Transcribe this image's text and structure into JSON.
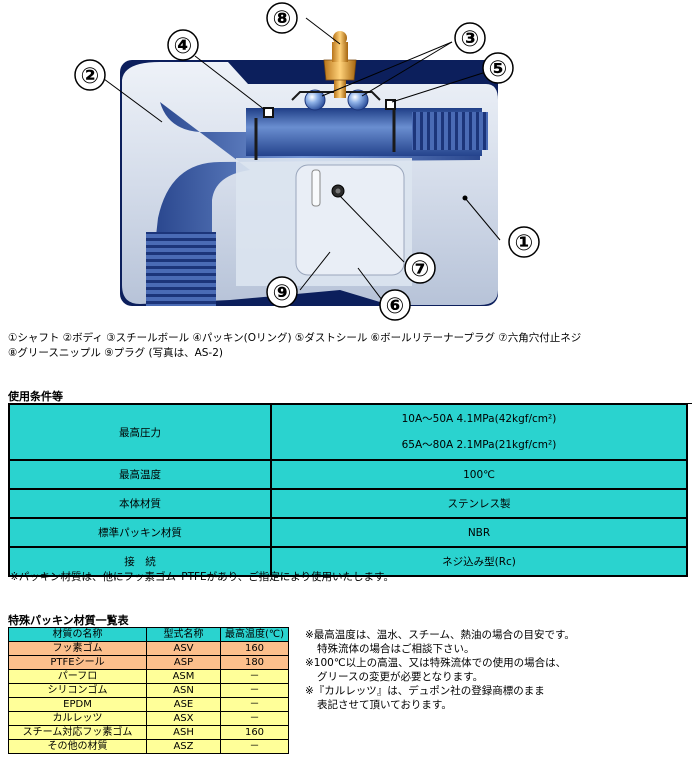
{
  "callouts": [
    "①",
    "②",
    "③",
    "④",
    "⑤",
    "⑥",
    "⑦",
    "⑧",
    "⑨"
  ],
  "caption": {
    "line1": "①シャフト ②ボディ ③スチールボール ④パッキン(Oリング) ⑤ダストシール ⑥ボールリテーナープラグ ⑦六角穴付止ネジ",
    "line2": "⑧グリースニップル ⑨プラグ (写真は、AS-2)"
  },
  "conditions": {
    "title": "使用条件等",
    "rows": [
      {
        "label": "最高圧力",
        "values": [
          "10A～50A 4.1MPa(42kgf/cm²)",
          "65A～80A 2.1MPa(21kgf/cm²)"
        ]
      },
      {
        "label": "最高温度",
        "values": [
          "100℃"
        ]
      },
      {
        "label": "本体材質",
        "values": [
          "ステンレス製"
        ]
      },
      {
        "label": "標準パッキン材質",
        "values": [
          "NBR"
        ]
      },
      {
        "label": "接　続",
        "values": [
          "ネジ込み型(Rc)"
        ]
      }
    ],
    "note": "※パッキン材質は、他にフッ素ゴム･PTFEがあり、ご指定により使用いたします。"
  },
  "packing": {
    "title": "特殊パッキン材質一覧表",
    "headers": [
      "材質の名称",
      "型式名称",
      "最高温度(℃)"
    ],
    "rows": [
      {
        "name": "フッ素ゴム",
        "code": "ASV",
        "temp": "160",
        "color": "#fcbf8c"
      },
      {
        "name": "PTFEシール",
        "code": "ASP",
        "temp": "180",
        "color": "#fcbf8c"
      },
      {
        "name": "パーフロ",
        "code": "ASM",
        "temp": "－",
        "color": "#ffff99"
      },
      {
        "name": "シリコンゴム",
        "code": "ASN",
        "temp": "－",
        "color": "#ffff99"
      },
      {
        "name": "EPDM",
        "code": "ASE",
        "temp": "－",
        "color": "#ffff99"
      },
      {
        "name": "カルレッツ",
        "code": "ASX",
        "temp": "－",
        "color": "#ffff99"
      },
      {
        "name": "スチーム対応フッ素ゴム",
        "code": "ASH",
        "temp": "160",
        "color": "#ffff99"
      },
      {
        "name": "その他の材質",
        "code": "ASZ",
        "temp": "－",
        "color": "#ffff99"
      }
    ]
  },
  "notes": [
    {
      "text": "※最高温度は、温水、スチーム、熱油の場合の目安です。",
      "indent": false
    },
    {
      "text": "特殊流体の場合はご相談下さい。",
      "indent": true
    },
    {
      "text": "※100℃以上の高温、又は特殊流体での使用の場合は、",
      "indent": false
    },
    {
      "text": "グリースの変更が必要となります。",
      "indent": true
    },
    {
      "text": "※『カルレッツ』は、デュポン社の登録商標のまま",
      "indent": false
    },
    {
      "text": "表記させて頂いております。",
      "indent": true
    }
  ],
  "colors": {
    "header_cyan": "#2ad3cf",
    "row_orange": "#fcbf8c",
    "row_yellow": "#ffff99",
    "body_steel": "#d9e2ee",
    "shaft_blue": "#3a5ba6"
  }
}
